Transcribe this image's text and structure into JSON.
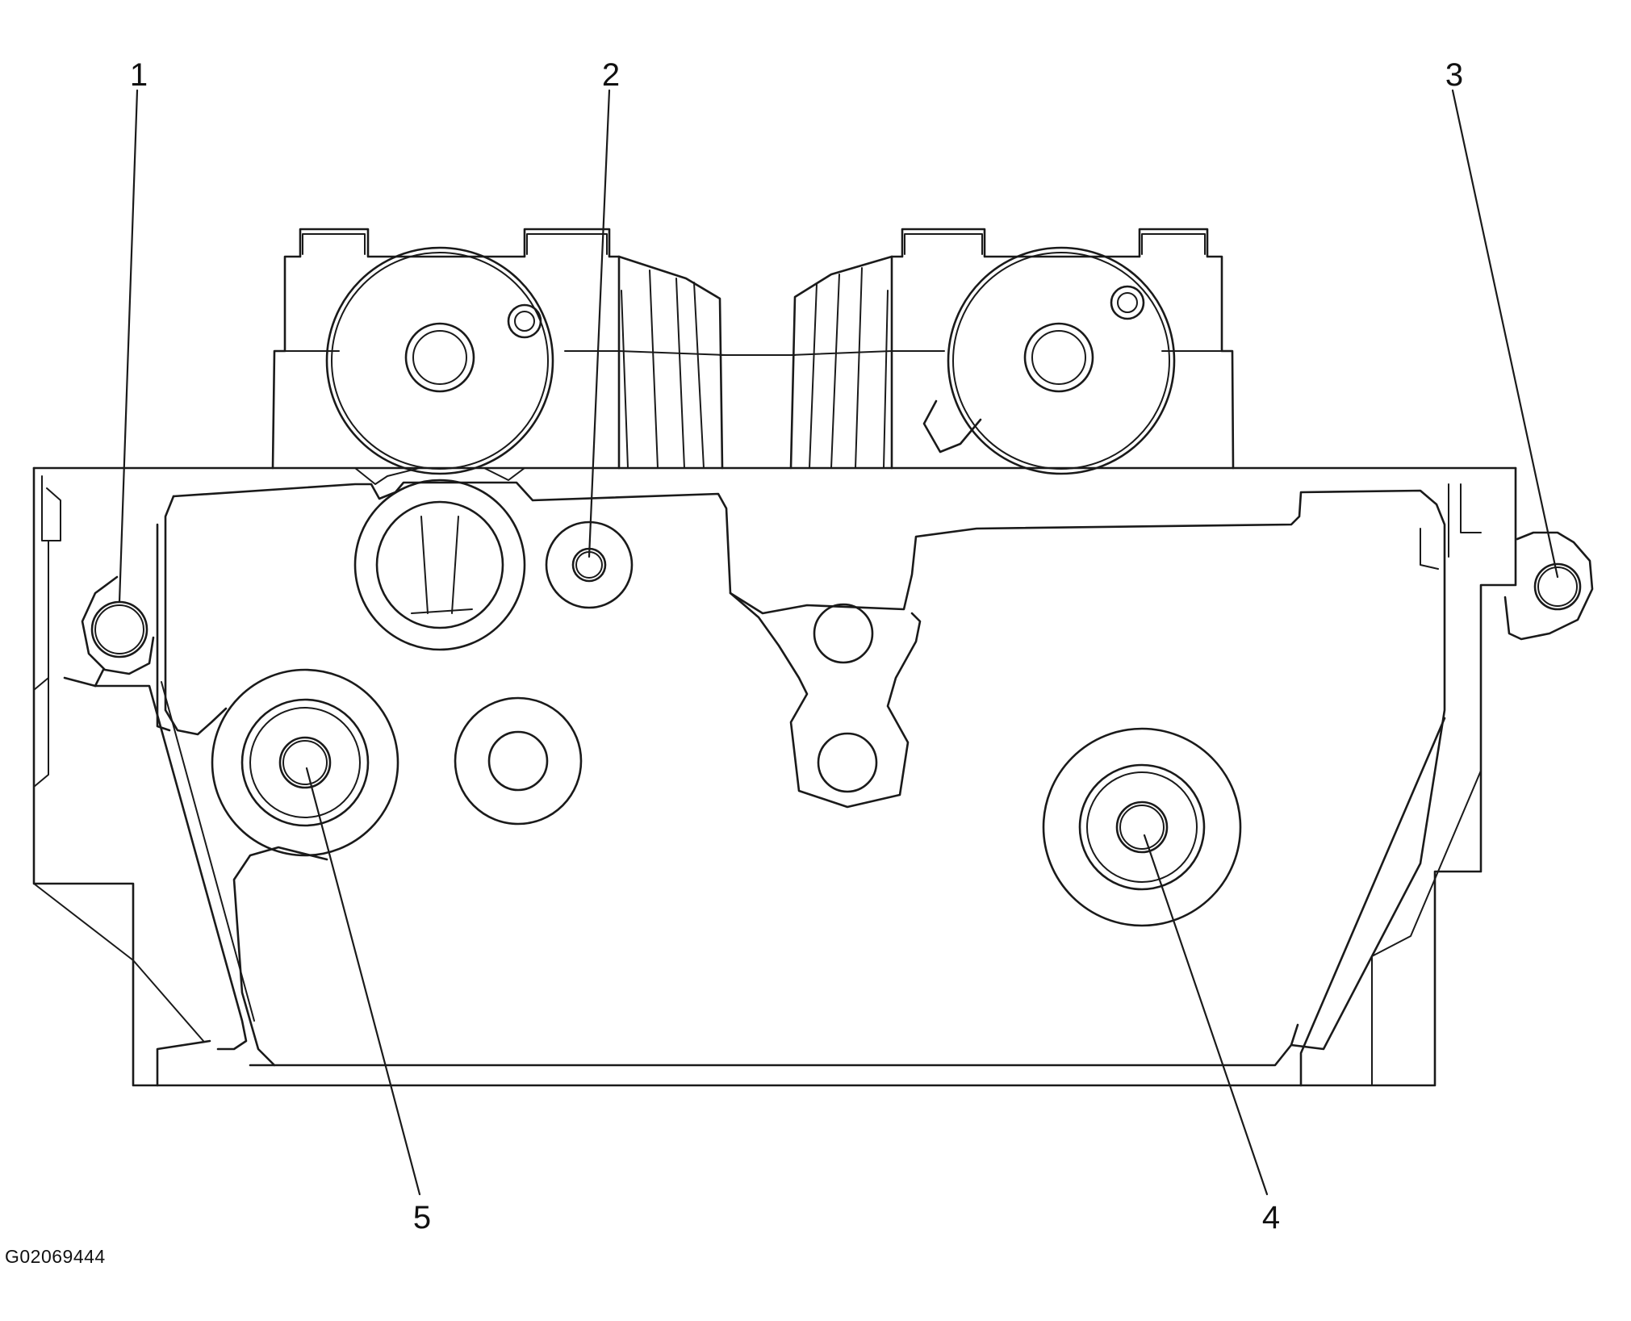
{
  "figure": {
    "id": "G02069444"
  },
  "callouts": [
    {
      "label": "1"
    },
    {
      "label": "2"
    },
    {
      "label": "3"
    },
    {
      "label": "4"
    },
    {
      "label": "5"
    }
  ]
}
